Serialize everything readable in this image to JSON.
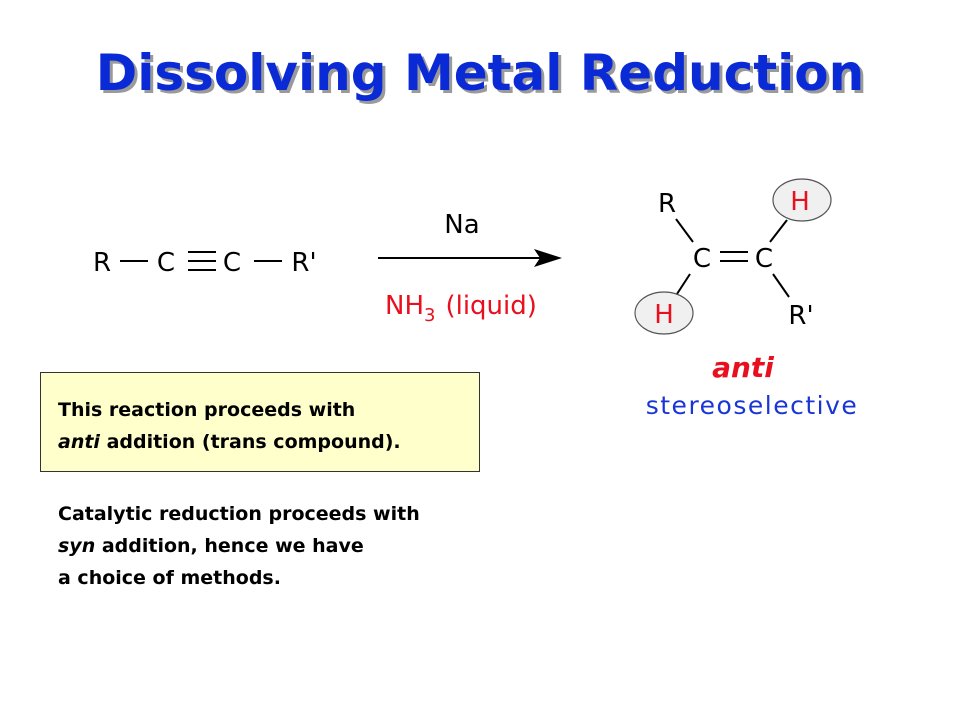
{
  "title": "Dissolving Metal Reduction",
  "reactant": {
    "left_group": "R",
    "carbon_1": "C",
    "carbon_2": "C",
    "right_group": "R'"
  },
  "conditions": {
    "reagent": "Na",
    "solvent_base": "NH",
    "solvent_subscript": "3",
    "solvent_phase": "(liquid)"
  },
  "product": {
    "top_left_group": "R",
    "top_right_atom": "H",
    "carbon_1": "C",
    "carbon_2": "C",
    "bottom_left_atom": "H",
    "bottom_right_group": "R'"
  },
  "selectivity": {
    "label": "anti",
    "description": "stereoselective"
  },
  "note_box": {
    "line1": "This reaction proceeds with",
    "line2_italic": "anti",
    "line2_rest": " addition (trans compound)."
  },
  "note_plain": {
    "line1": "Catalytic reduction proceeds with",
    "line2_italic": "syn",
    "line2_rest": " addition, hence we have",
    "line3": "a choice of methods."
  },
  "colors": {
    "title": "#0a2ad6",
    "title_shadow": "#9a9a9a",
    "reagent_red": "#e8101e",
    "selectivity_blue": "#1a35d6",
    "note_box_fill": "#ffffcc",
    "h_circle_fill": "#f0f0f0"
  }
}
